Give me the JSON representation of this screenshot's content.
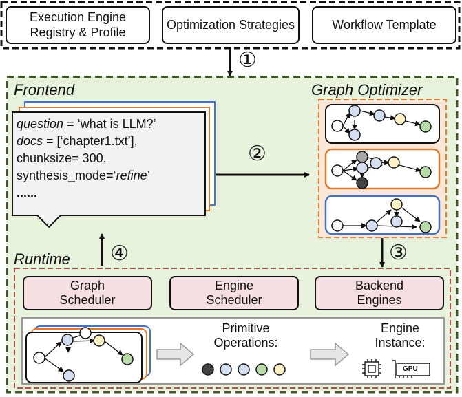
{
  "inputs": [
    "Execution Engine Registry & Profile",
    "Optimization Strategies",
    "Workflow Template"
  ],
  "steps": {
    "s1": "①",
    "s2": "②",
    "s3": "③",
    "s4": "④"
  },
  "frontend": {
    "title": "Frontend",
    "code": {
      "l1_var": "question",
      "l1_rest": " = ‘what is LLM?’",
      "l2_var": "docs",
      "l2_rest": " = [‘chapter1.txt’],",
      "l3": "chunksize= 300,",
      "l4_pre": "synthesis_mode=‘",
      "l4_it": "refine",
      "l4_post": "’",
      "l5": "......"
    }
  },
  "optimizer": {
    "title": "Graph Optimizer"
  },
  "runtime": {
    "title": "Runtime",
    "components": [
      "Graph Scheduler",
      "Engine Scheduler",
      "Backend Engines"
    ],
    "primitive_label": "Primitive Operations:",
    "engine_label": "Engine Instance:",
    "gpu_label": "GPU"
  },
  "colors": {
    "green_bg": "#e7f1dc",
    "green_border": "#3c5a25",
    "orange_bg": "#fbe7d7",
    "orange": "#e07b2b",
    "blue": "#4472c4",
    "red_dash": "#b0504a",
    "pink": "#f6dfe2",
    "node_blue": "#d5dff2",
    "node_yellow": "#fdf0c4",
    "node_green": "#b7dca7",
    "node_gray": "#a6a6a6",
    "node_dark": "#444444"
  }
}
